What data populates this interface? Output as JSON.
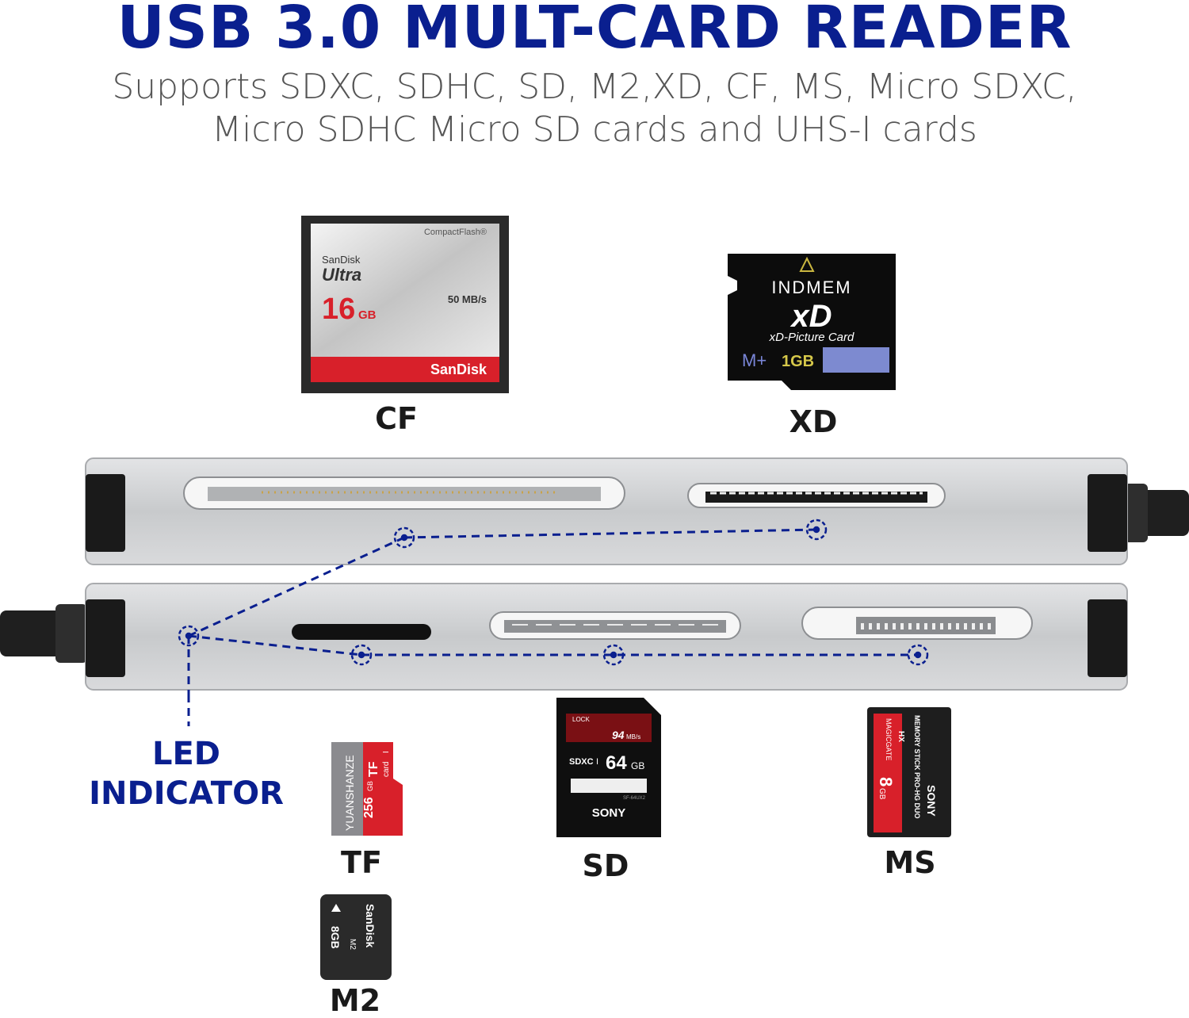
{
  "header": {
    "title": "USB 3.0 MULT-CARD READER",
    "subtitle_line1": "Supports SDXC, SDHC, SD, M2,XD, CF, MS, Micro SDXC,",
    "subtitle_line2": "Micro SDHC Micro SD cards and UHS-I cards"
  },
  "cards": {
    "cf": {
      "label": "CF",
      "brand_small": "CompactFlash®",
      "maker": "SanDisk",
      "line": "Ultra",
      "capacity": "16",
      "capacity_unit": "GB",
      "speed": "50 MB/s",
      "footer_brand": "SanDisk"
    },
    "xd": {
      "label": "XD",
      "brand": "INDMEM",
      "logo": "xD",
      "subtitle": "xD-Picture Card",
      "type": "M+",
      "capacity": "1GB"
    },
    "tf": {
      "label": "TF",
      "brand": "YUANSHANZE",
      "capacity": "256",
      "unit": "GB",
      "type": "TF",
      "card_word": "card",
      "grade": "I"
    },
    "sd": {
      "label": "SD",
      "class_text": "94",
      "speed_unit": "MB/s",
      "capacity": "64",
      "unit": "GB",
      "sdxc": "SDXC",
      "uhs": "I",
      "brand": "SONY",
      "lock": "LOCK",
      "serial": "SF-64UX2"
    },
    "ms": {
      "label": "MS",
      "brand": "SONY",
      "capacity": "8",
      "unit": "GB",
      "product": "MEMORY STICK PRO-HG DUO",
      "series": "HX",
      "magicgate": "MAGICGATE"
    },
    "m2": {
      "label": "M2",
      "brand": "SanDisk",
      "capacity": "8GB",
      "type": "M2"
    }
  },
  "led": {
    "line1": "LED",
    "line2": "INDICATOR"
  },
  "colors": {
    "title": "#0a1f8f",
    "dashed": "#0a1f8f",
    "aluminum": "#c7c9cc",
    "sandisk_red": "#d8202a"
  }
}
